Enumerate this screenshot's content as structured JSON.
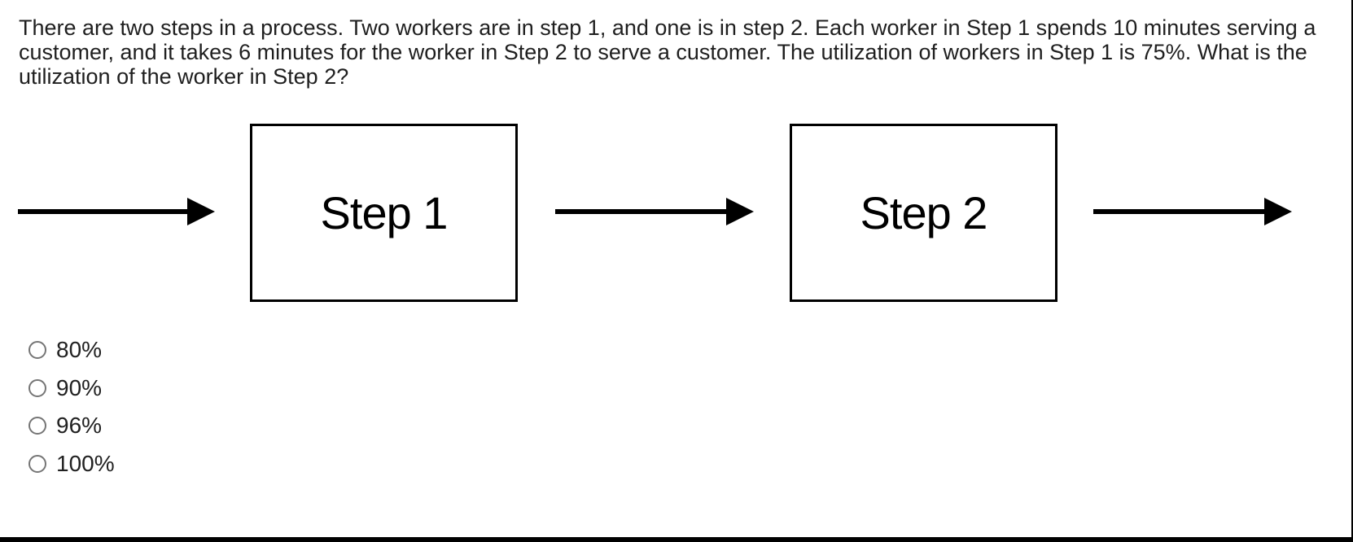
{
  "quiz": {
    "question_text": "There are two steps in a process. Two workers are in step 1, and one is in step 2. Each worker in Step 1 spends 10 minutes serving a customer, and it takes 6 minutes for the worker in Step 2 to serve a customer. The utilization of workers in Step 1 is 75%. What is the utilization of the worker in Step 2?",
    "options": [
      {
        "label": "80%",
        "selected": false
      },
      {
        "label": "90%",
        "selected": false
      },
      {
        "label": "96%",
        "selected": false
      },
      {
        "label": "100%",
        "selected": false
      }
    ]
  },
  "diagram": {
    "type": "process-flow",
    "direction": "left-to-right",
    "nodes": [
      {
        "id": "step-1",
        "label": "Step 1"
      },
      {
        "id": "step-2",
        "label": "Step 2"
      }
    ],
    "edges": [
      {
        "from": "inflow",
        "to": "step-1"
      },
      {
        "from": "step-1",
        "to": "step-2"
      },
      {
        "from": "step-2",
        "to": "outflow"
      }
    ]
  },
  "colors": {
    "background": "#ffffff",
    "text": "#1f1f1f",
    "diagram_stroke": "#000000",
    "radio_border": "#757575",
    "frame_border": "#000000"
  }
}
